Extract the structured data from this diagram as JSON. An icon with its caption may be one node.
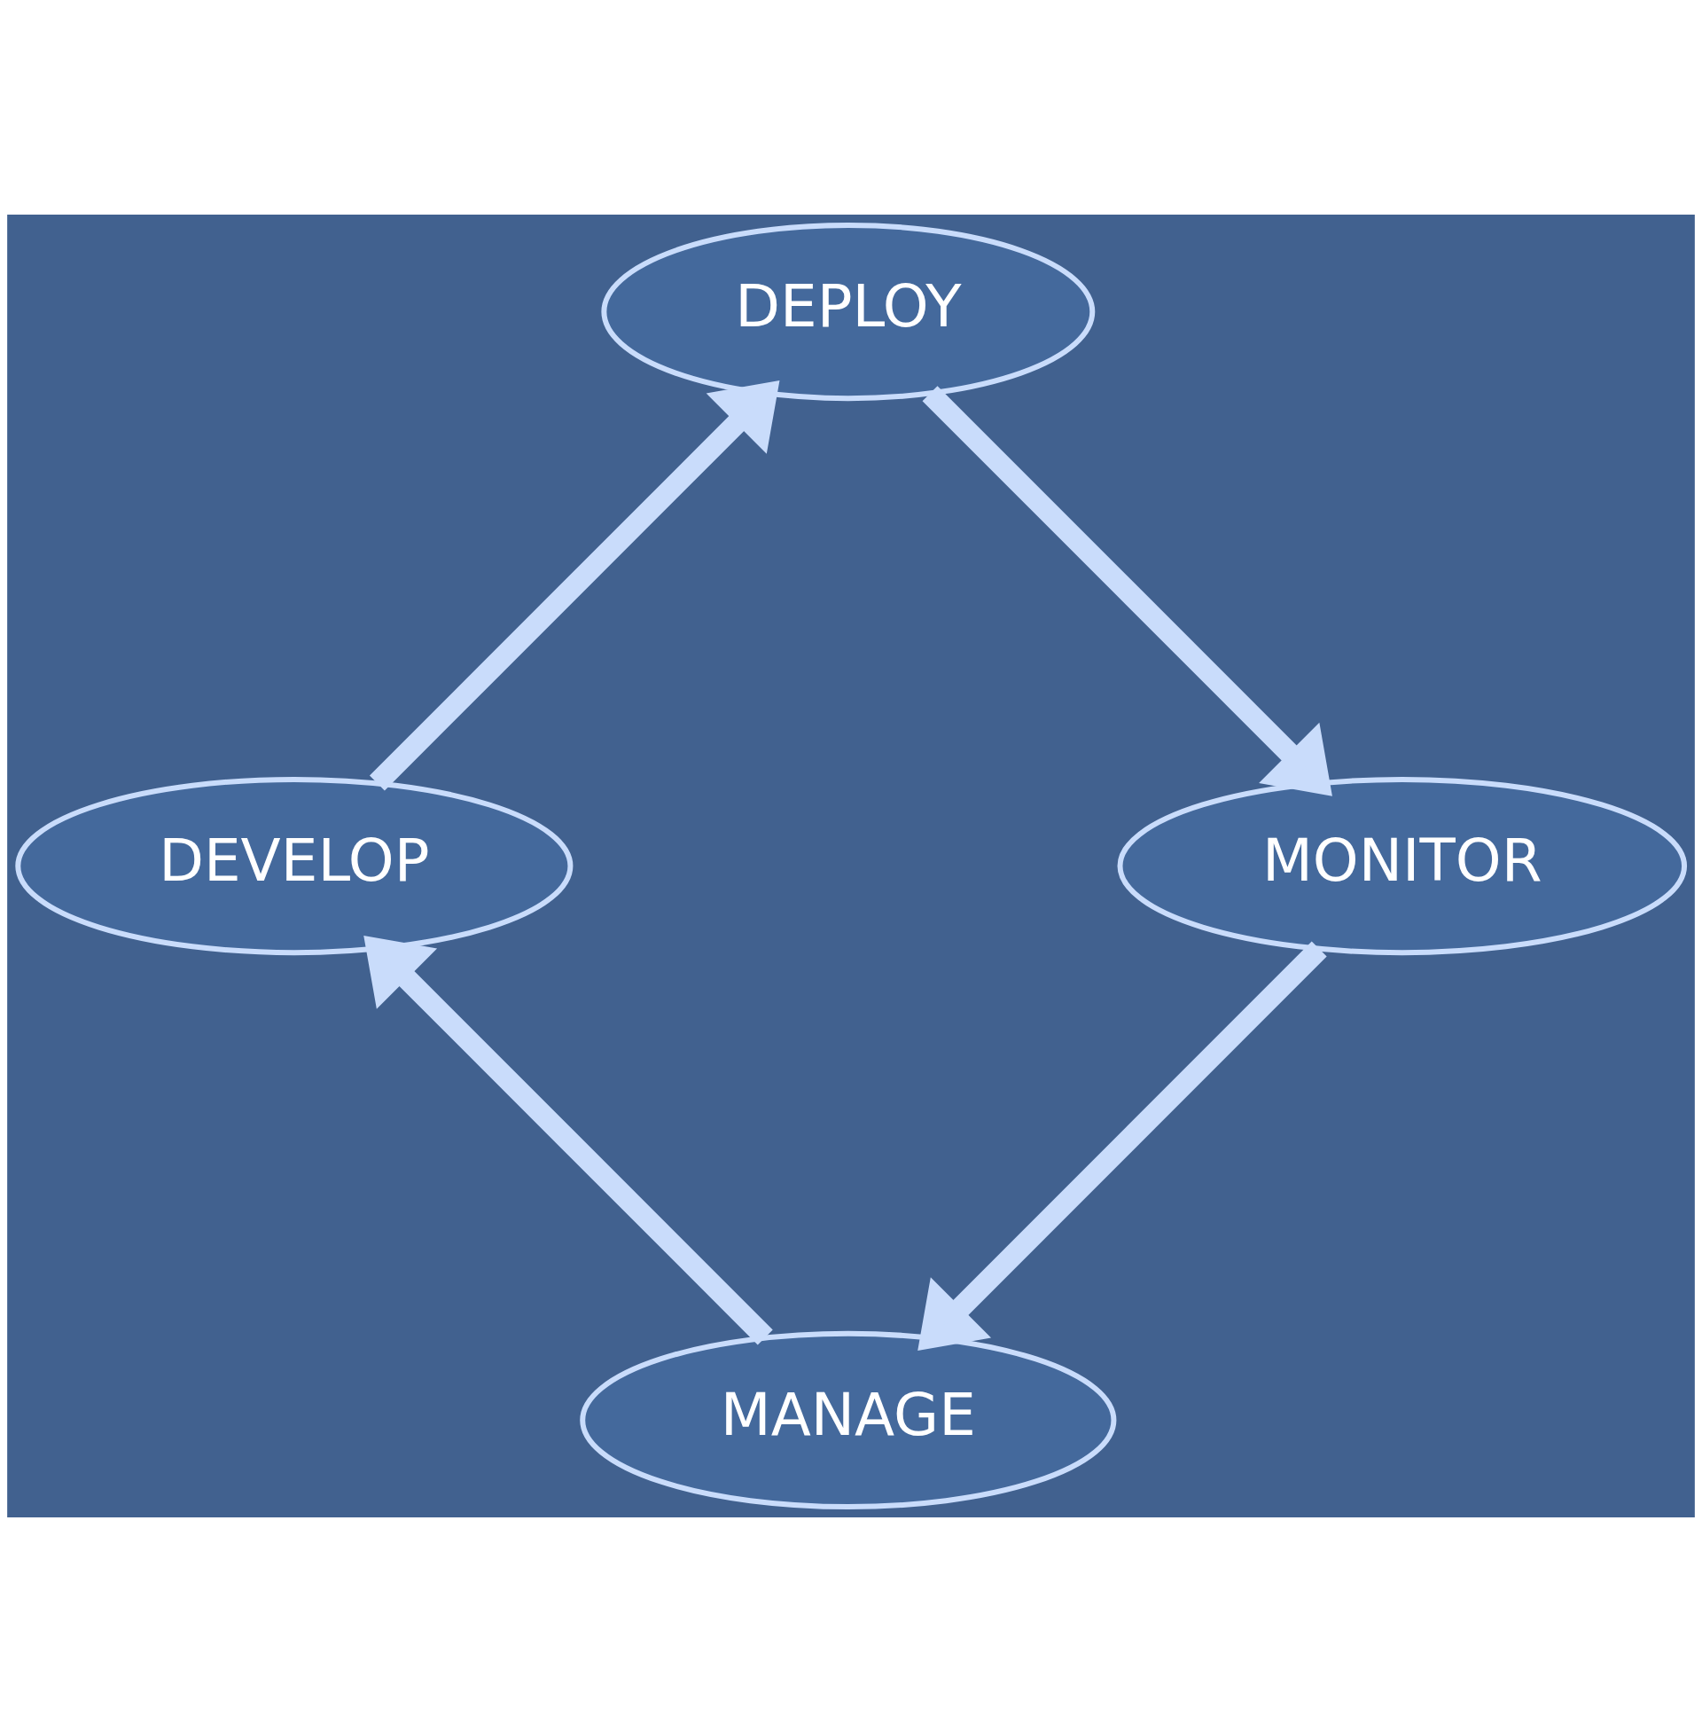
{
  "diagram": {
    "nodes": [
      {
        "text": [
          "MANAGE"
        ]
      },
      {
        "text": [
          "DEVELOP"
        ]
      },
      {
        "text": [
          "DEPLOY"
        ]
      },
      {
        "text": [
          "MONITOR"
        ]
      }
    ],
    "edges": [
      {
        "from": 0,
        "to": 1,
        "arrow": "to"
      },
      {
        "from": 1,
        "to": 2,
        "arrow": "to"
      },
      {
        "from": 2,
        "to": 3,
        "arrow": "to"
      },
      {
        "from": 3,
        "to": 0,
        "arrow": "to"
      }
    ]
  }
}
